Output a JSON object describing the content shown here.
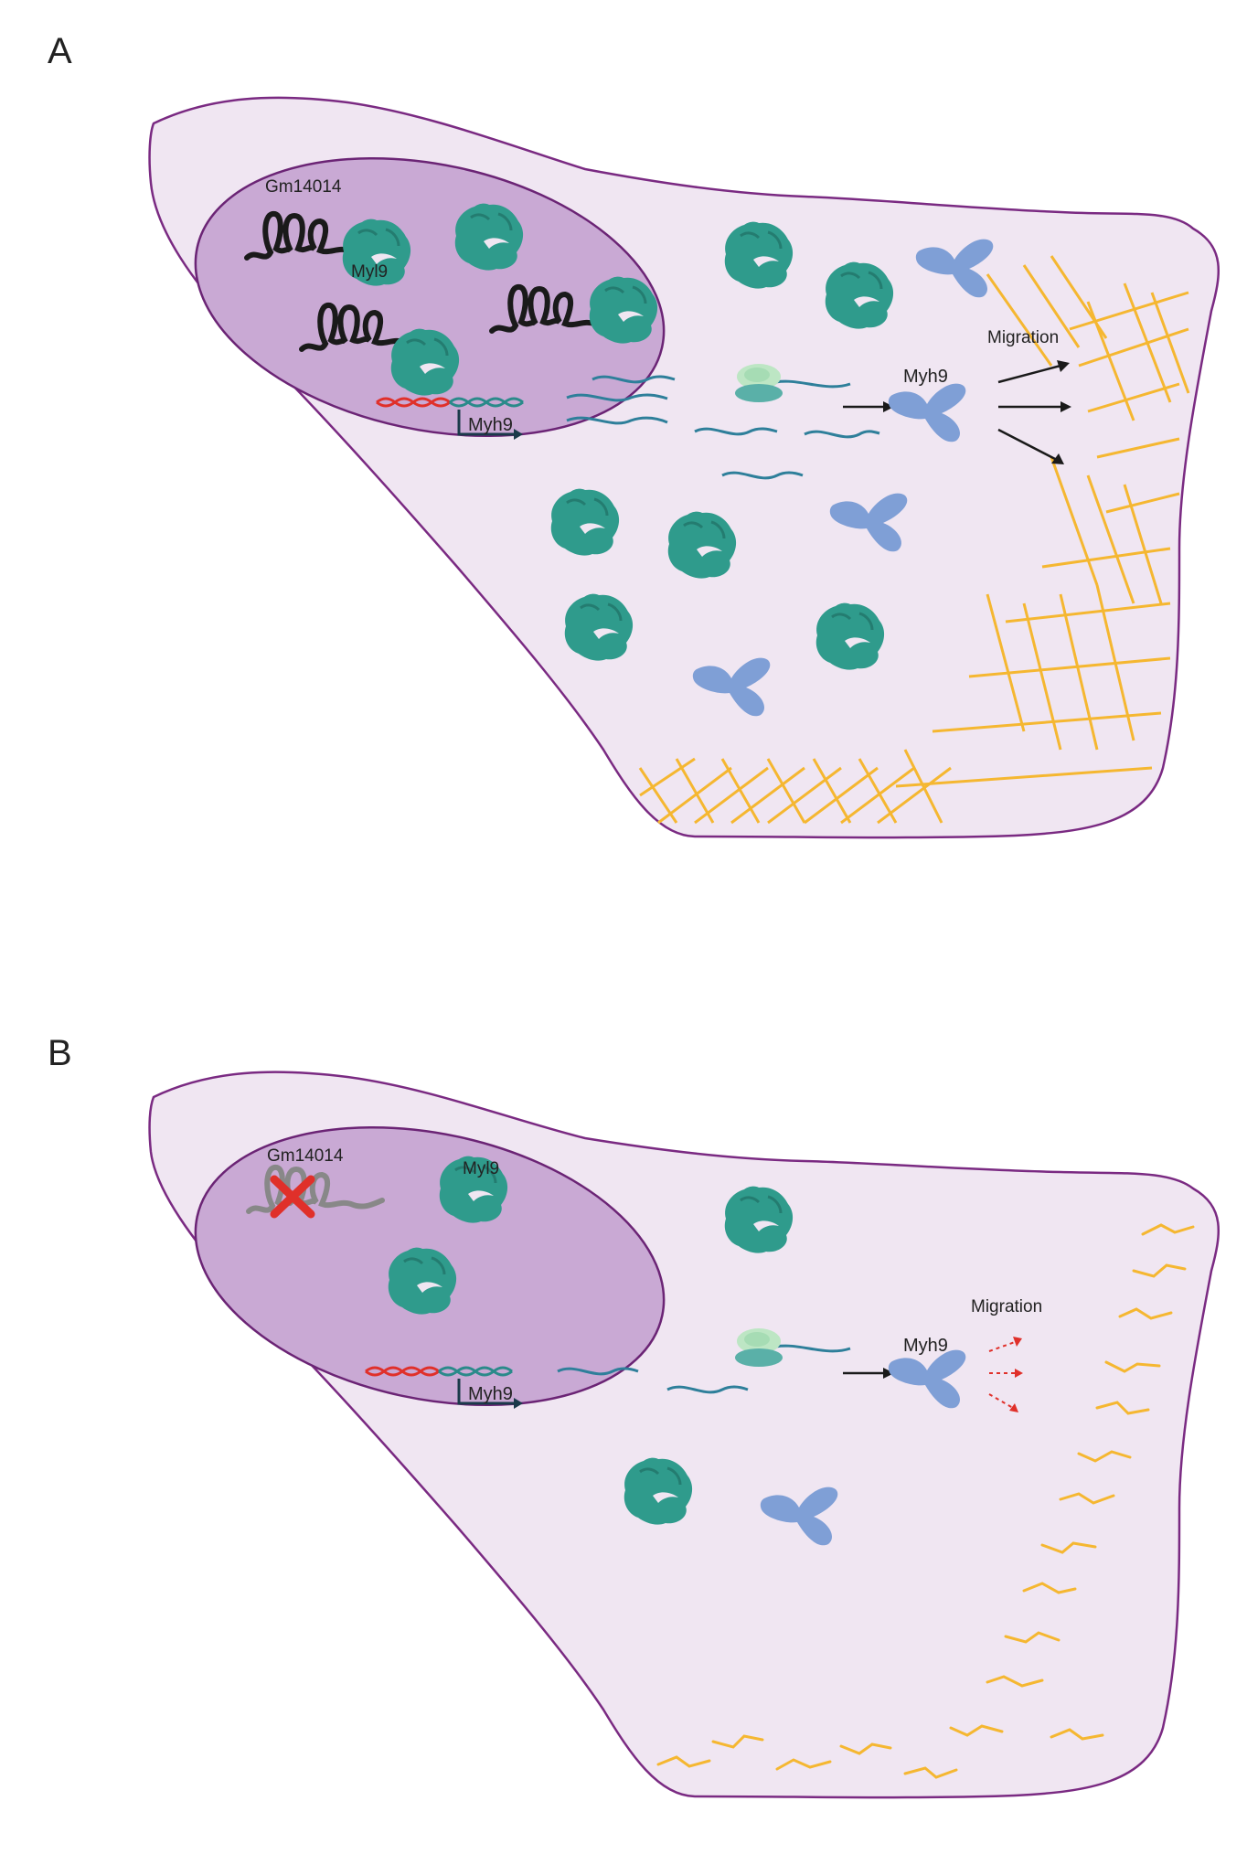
{
  "panels": [
    {
      "id": "A",
      "letter": "A",
      "labels": {
        "lncrna": "Gm14014",
        "nuclear_protein": "Myl9",
        "gene": "Myh9",
        "protein": "Myh9",
        "outcome": "Migration"
      },
      "state": "normal"
    },
    {
      "id": "B",
      "letter": "B",
      "labels": {
        "lncrna": "Gm14014",
        "nuclear_protein": "Myl9",
        "gene": "Myh9",
        "protein": "Myh9",
        "outcome": "Migration"
      },
      "state": "knockdown"
    }
  ],
  "colors": {
    "cell_fill": "#f0e6f2",
    "cell_stroke": "#7a2a82",
    "nucleus_fill": "#c9a9d4",
    "nucleus_stroke": "#6b2475",
    "myl9_protein": "#2f9b8c",
    "myh9_protein": "#7f9fd6",
    "mrna": "#2e7f9a",
    "actin": "#f5b731",
    "ribosome_large": "#5ab0a8",
    "ribosome_small": "#bde6c4",
    "dna_promoter": "#e0302a",
    "dna_gene": "#2a8a8a",
    "lncrna_active": "#1a1a1a",
    "lncrna_inactive": "#888888",
    "knockout_x": "#e0302a",
    "inhibited_arrow": "#e0302a"
  },
  "icons": [
    "lncrna-loop-icon",
    "myl9-protein-icon",
    "myh9-protein-icon",
    "ribosome-icon",
    "mrna-icon",
    "dna-helix-icon",
    "knockout-x-icon",
    "actin-filament-icon"
  ]
}
